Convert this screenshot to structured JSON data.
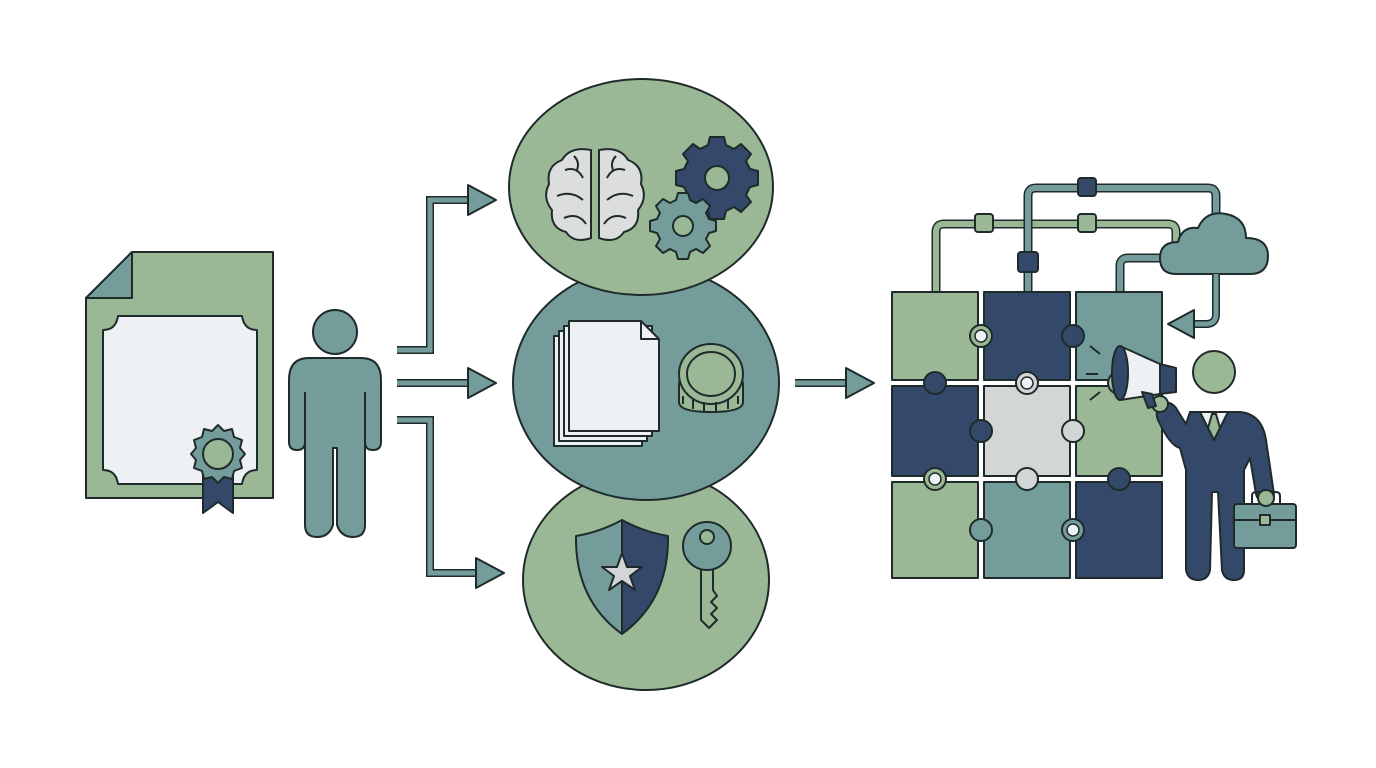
{
  "colors": {
    "background": "#ffffff",
    "outline": "#1f2b2a",
    "sage": "#9ab896",
    "teal": "#739c9b",
    "navy": "#34496a",
    "paper": "#eef1f3",
    "light_gray": "#d3d6d6",
    "brain": "#dcdedd"
  },
  "nodes": {
    "certificate": {
      "icon": "certificate-icon"
    },
    "person": {
      "icon": "person-icon"
    },
    "circle_top": {
      "icons": [
        "brain-icon",
        "gear-icon",
        "gear-icon"
      ]
    },
    "circle_middle": {
      "icons": [
        "documents-icon",
        "coin-icon"
      ]
    },
    "circle_bottom": {
      "icons": [
        "shield-star-icon",
        "key-icon"
      ]
    },
    "puzzle": {
      "icon": "puzzle-icon",
      "piece_colors": [
        "sage",
        "navy",
        "teal",
        "navy",
        "light_gray",
        "sage",
        "sage",
        "teal",
        "navy"
      ]
    },
    "cloud": {
      "icon": "cloud-icon"
    },
    "businessman": {
      "icons": [
        "businessman-icon",
        "megaphone-icon",
        "briefcase-icon"
      ]
    }
  },
  "connectors": [
    "arrow-to-top",
    "arrow-to-middle",
    "arrow-to-bottom",
    "arrow-to-puzzle",
    "cloud-arrow"
  ]
}
